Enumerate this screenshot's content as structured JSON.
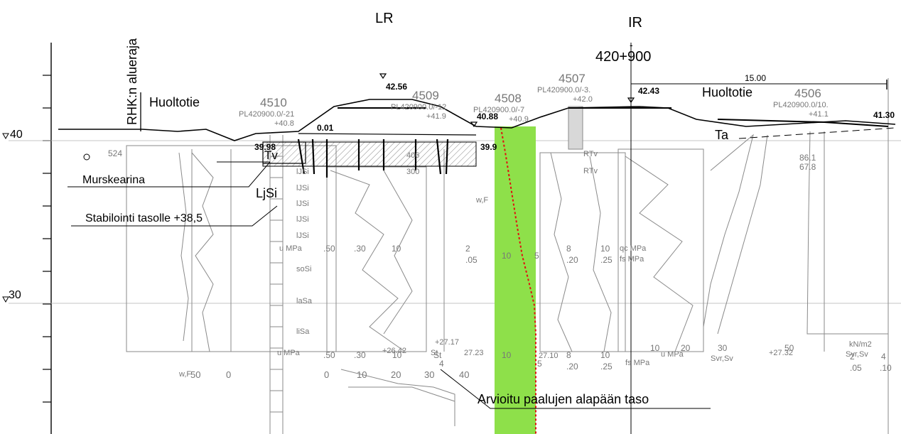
{
  "title_lr": "LR",
  "title_ir": "IR",
  "chainage": "420+900",
  "boundary_label": "RHK:n alueraja",
  "road_left": "Huoltotie",
  "road_right": "Huoltotie",
  "elevations": {
    "lr_top": "42.56",
    "ir_top": "42.43",
    "left_ditch": "40.88",
    "right_edge": "41.30",
    "left_base": "39.98",
    "mid_base": "39.9",
    "offset": "0.01",
    "level_40": "40",
    "level_30": "30"
  },
  "dimension": "15.00",
  "boreholes": [
    {
      "id": "4510",
      "pl": "PL420900.0/-21",
      "top": "+40.8"
    },
    {
      "id": "4509",
      "pl": "PL420900.0/-12",
      "top": "+41.9"
    },
    {
      "id": "4508",
      "pl": "PL420900.0/-7",
      "top": "+40.9"
    },
    {
      "id": "4507",
      "pl": "PL420900.0/-3.",
      "top": "+42.0"
    },
    {
      "id": "4506",
      "pl": "PL420900.0/10.",
      "top": "+41.1"
    }
  ],
  "annotations": {
    "murskearina": "Murskearina",
    "stabilointi": "Stabilointi tasolle +38,5",
    "ljsi": "LjSi",
    "tv": "Tv",
    "ta": "Ta",
    "paalut": "Arvioitu paalujen alapään taso",
    "rtv1": "RTv",
    "rtv2": "RTv",
    "v524": "524",
    "v861": "86.1",
    "v678": "67.8",
    "v406": "406",
    "v300": "300"
  },
  "soil_layers": [
    "lJSi",
    "lJSi",
    "lJSi",
    "lJSi",
    "lJSi",
    "soSi",
    "laSa",
    "liSa"
  ],
  "axis_labels": {
    "u_mpa": "u MPa",
    "qc_mpa": "qc MPa",
    "fs_mpa": "fs MPa",
    "wf": "w,F",
    "svr": "Svr,Sv",
    "nm2": "kN/m2",
    "st": "St",
    "e2723": "27.23",
    "e2710": "27.10",
    "e2742": "+26.42",
    "e2732": "+27.32",
    "e2717": "+27.17"
  },
  "ticks_top": [
    ".50",
    ".30",
    "10",
    "2",
    ".05",
    "10",
    "5",
    "8",
    ".20",
    "10",
    ".25"
  ],
  "ticks_bottom": [
    ".50",
    ".30",
    "10",
    "St",
    "4",
    "10",
    "5",
    "8",
    ".20",
    "10",
    ".25",
    "10",
    "20",
    "30",
    "50",
    "2",
    "4",
    ".05",
    ".10"
  ],
  "ticks_wf": [
    "50",
    "0",
    "0",
    "10",
    "20",
    "30",
    "40"
  ],
  "colors": {
    "pile_zone": "#8ee04a",
    "pile_line": "#e01010",
    "lines": "#000000",
    "soundings": "#8a8a8a"
  }
}
